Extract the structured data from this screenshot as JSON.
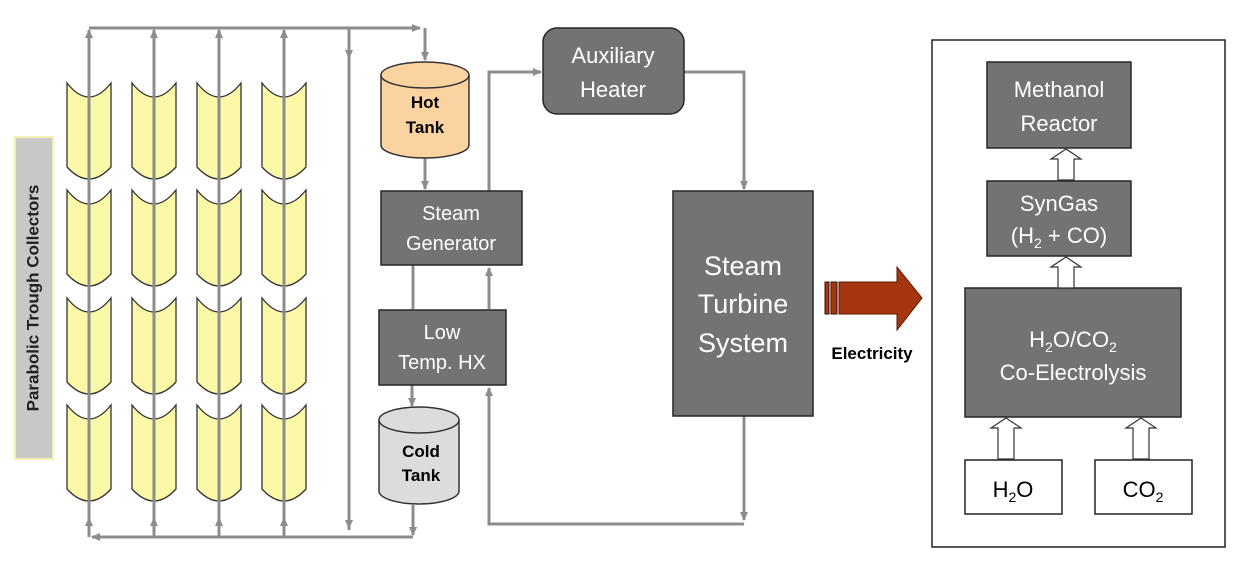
{
  "title": "Solar-powered methanol production process diagram",
  "colors": {
    "pipe": "#8c8c8c",
    "box_fill": "#737373",
    "box_border": "#262626",
    "collector_fill": "#fbf8a8",
    "hot_tank_fill": "#fbd3a0",
    "cold_tank_fill": "#dcdcdc",
    "label_bg": "#c8c8c8",
    "electricity_arrow": "#a5360f"
  },
  "collectors": {
    "label": "Parabolic Trough Collectors",
    "columns": 4,
    "rows": 4
  },
  "tanks": {
    "hot": [
      "Hot",
      "Tank"
    ],
    "cold": [
      "Cold",
      "Tank"
    ]
  },
  "components": {
    "steam_generator": [
      "Steam",
      "Generator"
    ],
    "low_temp_hx": [
      "Low",
      "Temp. HX"
    ],
    "auxiliary_heater": [
      "Auxiliary",
      "Heater"
    ],
    "steam_turbine": [
      "Steam",
      "Turbine",
      "System"
    ]
  },
  "electricity": {
    "label": "Electricity"
  },
  "chemical_plant": {
    "methanol_reactor": [
      "Methanol",
      "Reactor"
    ],
    "syngas": {
      "line1": "SynGas",
      "line2_pre": "(H",
      "line2_sub": "2",
      "line2_post": " + CO)"
    },
    "electrolysis": {
      "line1_a": "H",
      "line1_sub1": "2",
      "line1_b": "O/CO",
      "line1_sub2": "2",
      "line2": "Co-Electrolysis"
    },
    "inputs": [
      {
        "name": "H",
        "sub": "2",
        "post": "O"
      },
      {
        "name": "CO",
        "sub": "2",
        "post": ""
      }
    ]
  }
}
